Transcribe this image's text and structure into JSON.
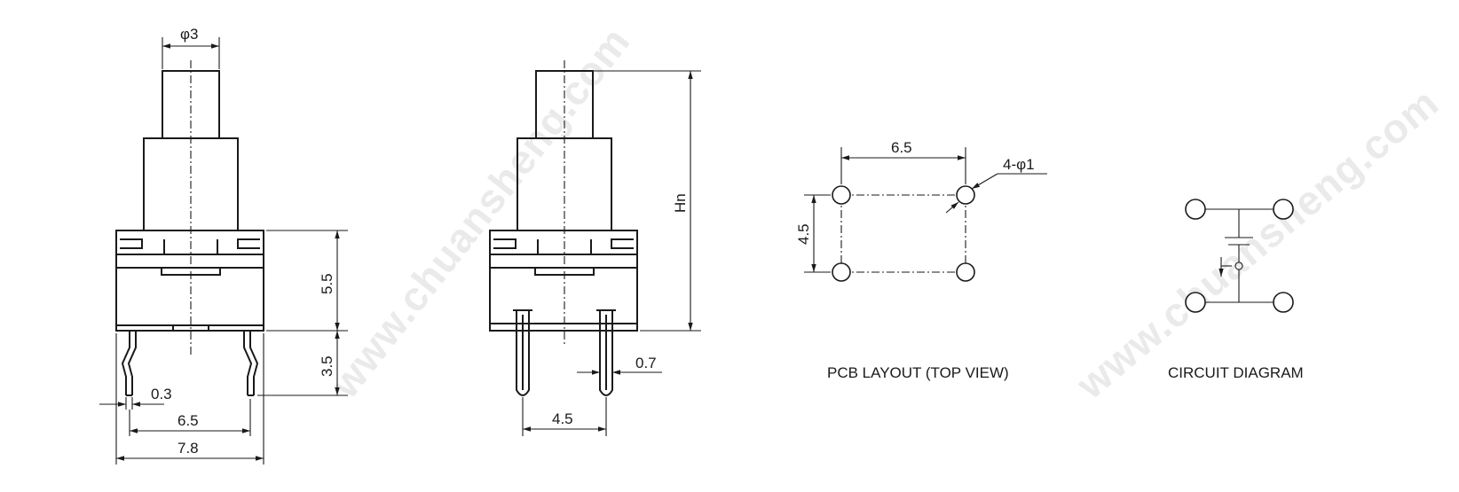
{
  "front_view": {
    "dim_diameter": "φ3",
    "dim_body_height": "5.5",
    "dim_pin_height": "3.5",
    "dim_pin_thickness": "0.3",
    "dim_pin_pitch": "6.5",
    "dim_body_width": "7.8"
  },
  "side_view": {
    "dim_total_height": "Hn",
    "dim_pin_width": "0.7",
    "dim_pin_pitch": "4.5"
  },
  "pcb_layout": {
    "caption": "PCB LAYOUT (TOP VIEW)",
    "dim_horizontal": "6.5",
    "dim_vertical": "4.5",
    "dim_holes": "4-φ1"
  },
  "circuit": {
    "caption": "CIRCUIT DIAGRAM"
  },
  "watermark": "www.chuansheng.com"
}
